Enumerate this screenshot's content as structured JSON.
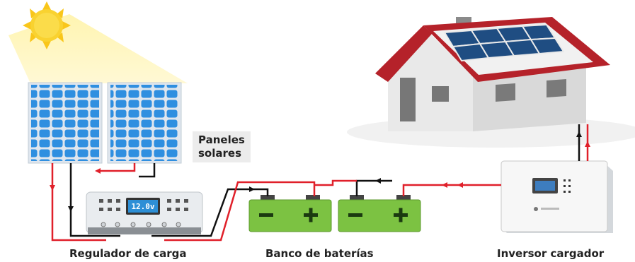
{
  "labels": {
    "paneles_line1": "Paneles",
    "paneles_line2": "solares",
    "regulador": "Regulador de carga",
    "banco": "Banco de baterías",
    "inversor": "Inversor cargador"
  },
  "regulator_display": "12.0v",
  "battery_signs": {
    "minus": "—",
    "plus": "+"
  },
  "colors": {
    "positive_wire": "#e0202a",
    "negative_wire": "#111111",
    "battery": "#7cc242",
    "panel_cell": "#2f8fe0",
    "roof": "#b5222a",
    "sun": "#f9d230"
  }
}
